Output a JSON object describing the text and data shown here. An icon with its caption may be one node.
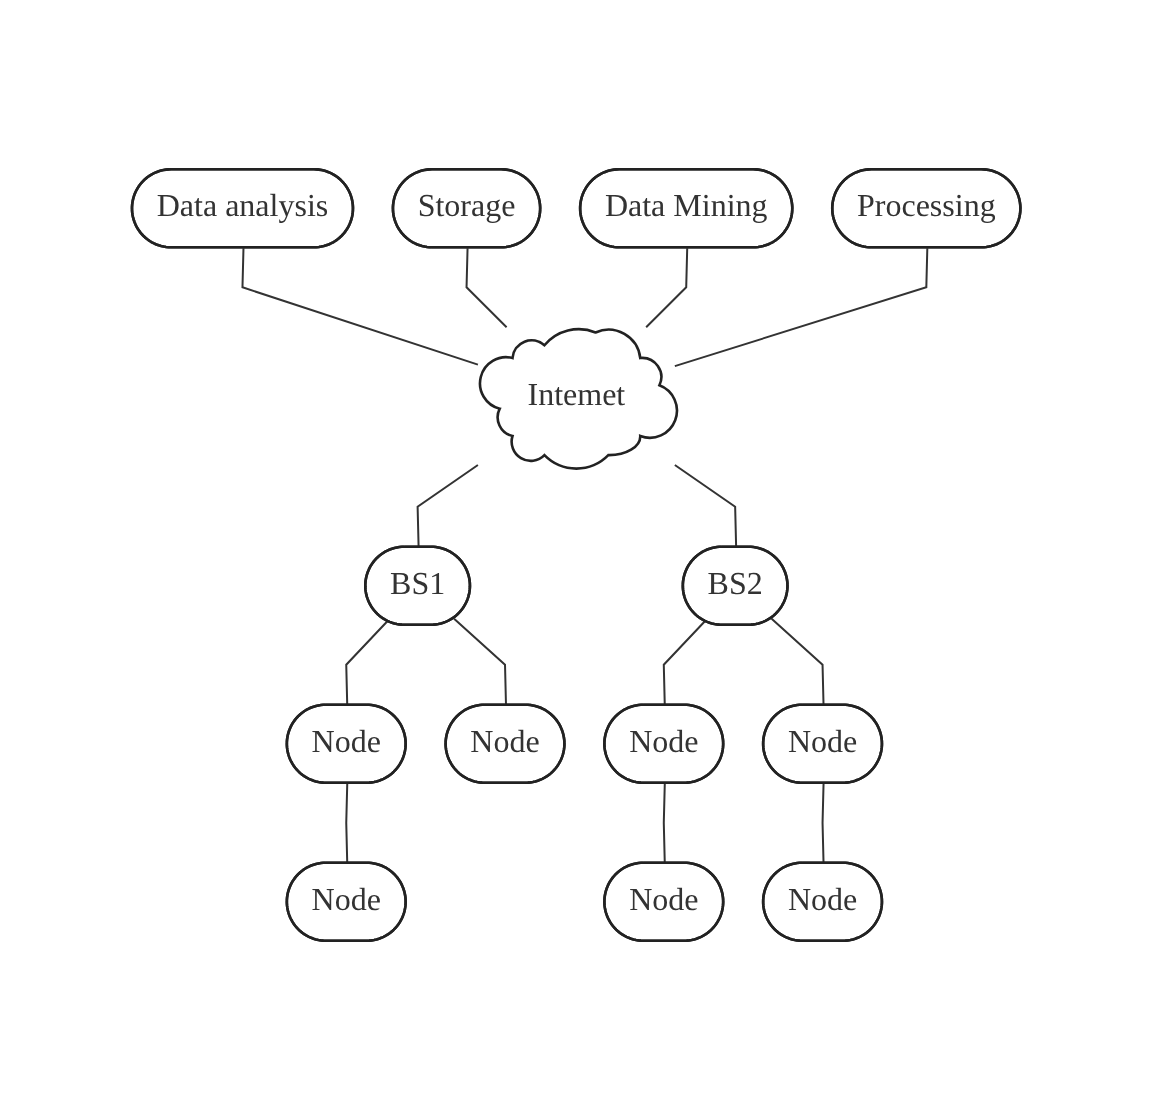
{
  "diagram": {
    "nodes": [
      {
        "text": [
          "Data analysis"
        ]
      },
      {
        "text": [
          "Storage"
        ]
      },
      {
        "text": [
          "Data Mining"
        ]
      },
      {
        "text": [
          "Processing"
        ]
      },
      {
        "text": [
          "Intemet"
        ]
      },
      {
        "text": [
          "BS1"
        ]
      },
      {
        "text": [
          "BS2"
        ]
      },
      {
        "text": [
          "Node"
        ]
      },
      {
        "text": [
          "Node"
        ]
      },
      {
        "text": [
          "Node"
        ]
      },
      {
        "text": [
          "Node"
        ]
      },
      {
        "text": [
          "Node"
        ]
      },
      {
        "text": [
          "Node"
        ]
      },
      {
        "text": [
          "Node"
        ]
      }
    ],
    "edges": [
      {
        "from": 0,
        "to": 4,
        "arrow": "none"
      },
      {
        "from": 1,
        "to": 4,
        "arrow": "none"
      },
      {
        "from": 2,
        "to": 4,
        "arrow": "none"
      },
      {
        "from": 3,
        "to": 4,
        "arrow": "none"
      },
      {
        "from": 4,
        "to": 5,
        "arrow": "none"
      },
      {
        "from": 4,
        "to": 6,
        "arrow": "none"
      },
      {
        "from": 5,
        "to": 7,
        "arrow": "none"
      },
      {
        "from": 5,
        "to": 8,
        "arrow": "none"
      },
      {
        "from": 6,
        "to": 9,
        "arrow": "none"
      },
      {
        "from": 6,
        "to": 10,
        "arrow": "none"
      },
      {
        "from": 7,
        "to": 11,
        "arrow": "none"
      },
      {
        "from": 9,
        "to": 12,
        "arrow": "none"
      },
      {
        "from": 10,
        "to": 13,
        "arrow": "none"
      }
    ]
  }
}
